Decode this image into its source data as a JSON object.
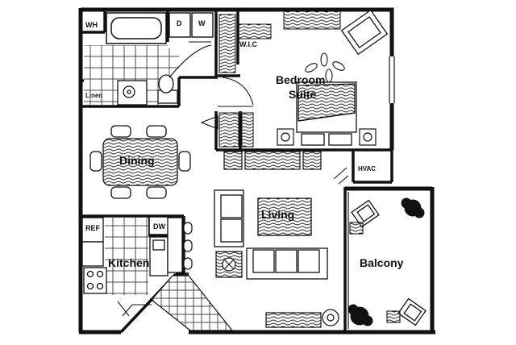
{
  "labels": {
    "water_heater": "WH",
    "dryer": "D",
    "washer": "W",
    "linen": "Linen",
    "walk_in_closet": "W.I.C",
    "bedroom_line1": "Bedroom",
    "bedroom_line2": "Suite",
    "dining": "Dining",
    "hvac": "HVAC",
    "living": "Living",
    "refrigerator": "REF",
    "dishwasher": "DW",
    "kitchen": "Kitchen",
    "balcony": "Balcony"
  },
  "colors": {
    "ink": "#111111",
    "paper": "#ffffff"
  }
}
